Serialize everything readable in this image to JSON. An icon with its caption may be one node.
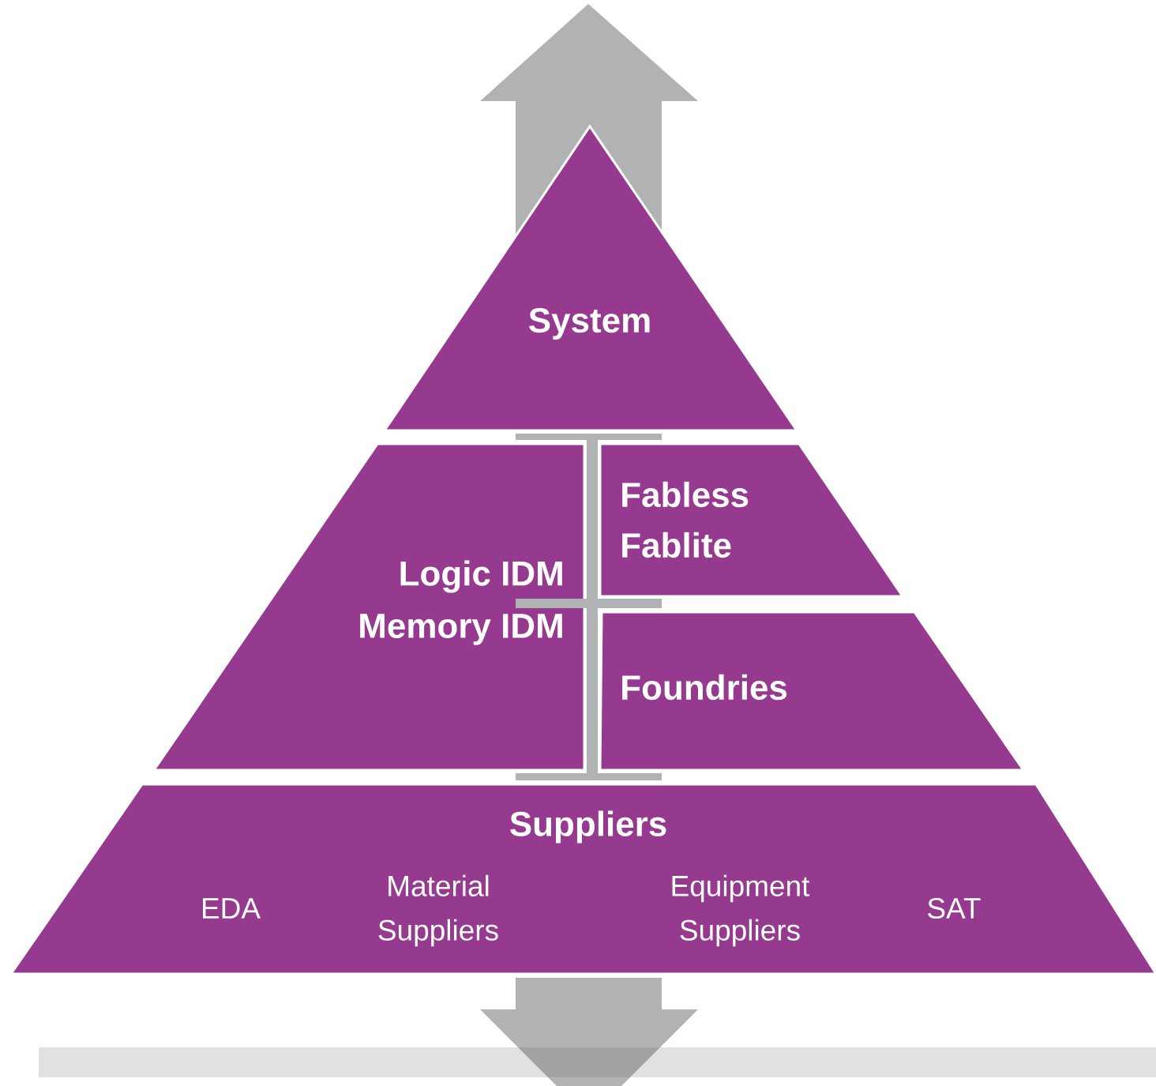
{
  "diagram": {
    "nodes": [
      {
        "text": [
          "System"
        ]
      },
      {
        "text": [
          "Logic IDM",
          "Memory IDM"
        ]
      },
      {
        "text": [
          "Fabless",
          "Fablite"
        ]
      },
      {
        "text": [
          "Foundries"
        ]
      },
      {
        "text": [
          "Suppliers",
          "EDA",
          "Material Suppliers",
          "Equipment Suppliers",
          "SAT"
        ]
      }
    ],
    "edges": []
  }
}
